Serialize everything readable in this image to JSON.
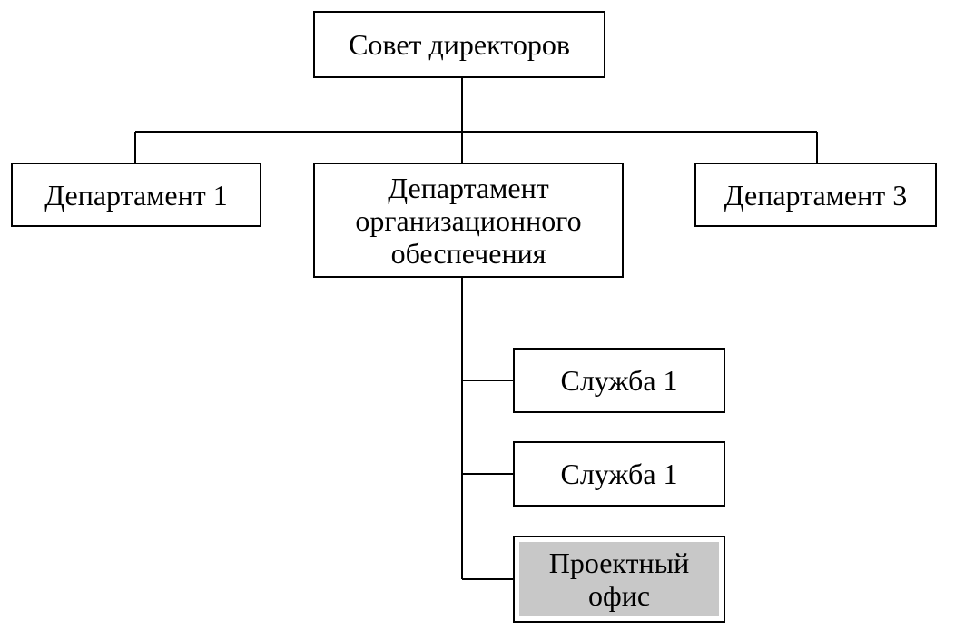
{
  "org_chart": {
    "root": {
      "label": "Совет директоров"
    },
    "departments": [
      {
        "label": "Департамент 1"
      },
      {
        "label": "Департамент\nорганизационного\nобеспечения"
      },
      {
        "label": "Департамент 3"
      }
    ],
    "services": [
      {
        "label": "Служба 1"
      },
      {
        "label": "Служба 1"
      },
      {
        "label": "Проектный\nофис",
        "highlight_color": "#c8c8c8"
      }
    ]
  }
}
